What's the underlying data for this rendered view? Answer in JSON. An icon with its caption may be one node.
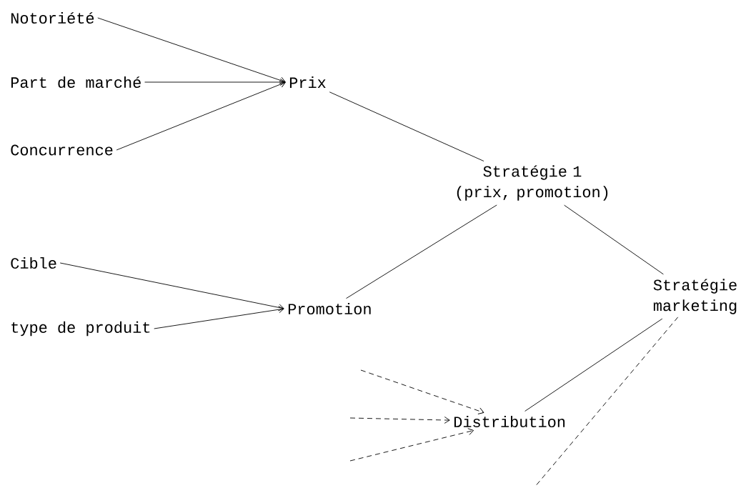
{
  "diagram": {
    "nodes": [
      {
        "text": [
          "Notoriété"
        ]
      },
      {
        "text": [
          "Part de marché"
        ]
      },
      {
        "text": [
          "Concurrence"
        ]
      },
      {
        "text": [
          "Prix"
        ]
      },
      {
        "text": [
          "Stratégie 1 (prix, promotion)"
        ]
      },
      {
        "text": [
          "Cible"
        ]
      },
      {
        "text": [
          "type de produit"
        ]
      },
      {
        "text": [
          "Promotion"
        ]
      },
      {
        "text": [
          "Stratégie marketing"
        ]
      },
      {
        "text": [
          "Distribution"
        ]
      }
    ],
    "edges": [
      {
        "from": 0,
        "to": 3,
        "arrow": "to"
      },
      {
        "from": 1,
        "to": 3,
        "arrow": "to"
      },
      {
        "from": 2,
        "to": 3,
        "arrow": "to"
      },
      {
        "from": 3,
        "to": 4,
        "arrow": "none"
      },
      {
        "from": 5,
        "to": 7,
        "arrow": "to"
      },
      {
        "from": 6,
        "to": 7,
        "arrow": "to"
      },
      {
        "from": 7,
        "to": 4,
        "arrow": "none"
      },
      {
        "from": 4,
        "to": 8,
        "arrow": "none"
      },
      {
        "from": 9,
        "to": 8,
        "arrow": "none"
      },
      {
        "from": null,
        "to": 9,
        "arrow": "to",
        "style": "dashed"
      },
      {
        "from": null,
        "to": 9,
        "arrow": "to",
        "style": "dashed"
      },
      {
        "from": null,
        "to": 9,
        "arrow": "to",
        "style": "dashed"
      },
      {
        "from": 8,
        "to": null,
        "arrow": "none",
        "style": "dashed"
      }
    ]
  }
}
